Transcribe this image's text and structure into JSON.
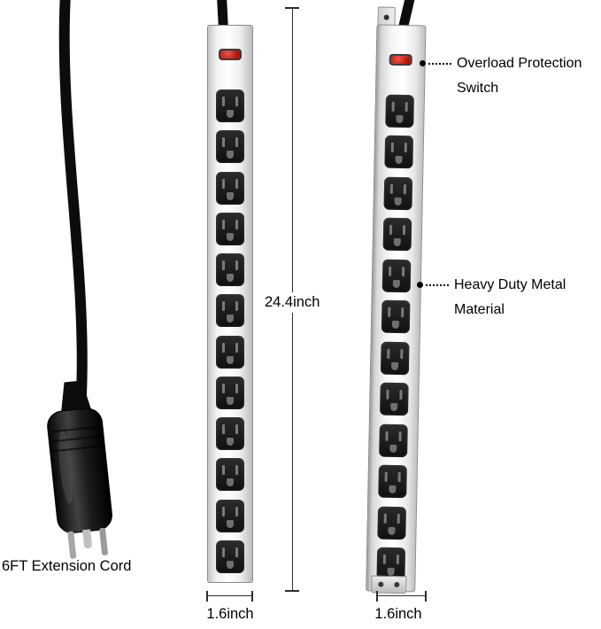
{
  "product": {
    "outlet_count": 12
  },
  "annotations": {
    "overload_switch_label": "Overload Protection Switch",
    "material_label": "Heavy Duty Metal Material",
    "cord_label": "6FT Extension Cord"
  },
  "dimensions": {
    "length_label": "24.4inch",
    "front_width_label": "1.6inch",
    "side_width_label": "1.6inch"
  },
  "colors": {
    "switch_red": "#c0170b",
    "strip_body_light": "#f5f5f5",
    "outlet_black": "#161616",
    "cord_black": "#0d0d0d",
    "dimension_line": "#2c2c2c",
    "text": "#000000"
  }
}
